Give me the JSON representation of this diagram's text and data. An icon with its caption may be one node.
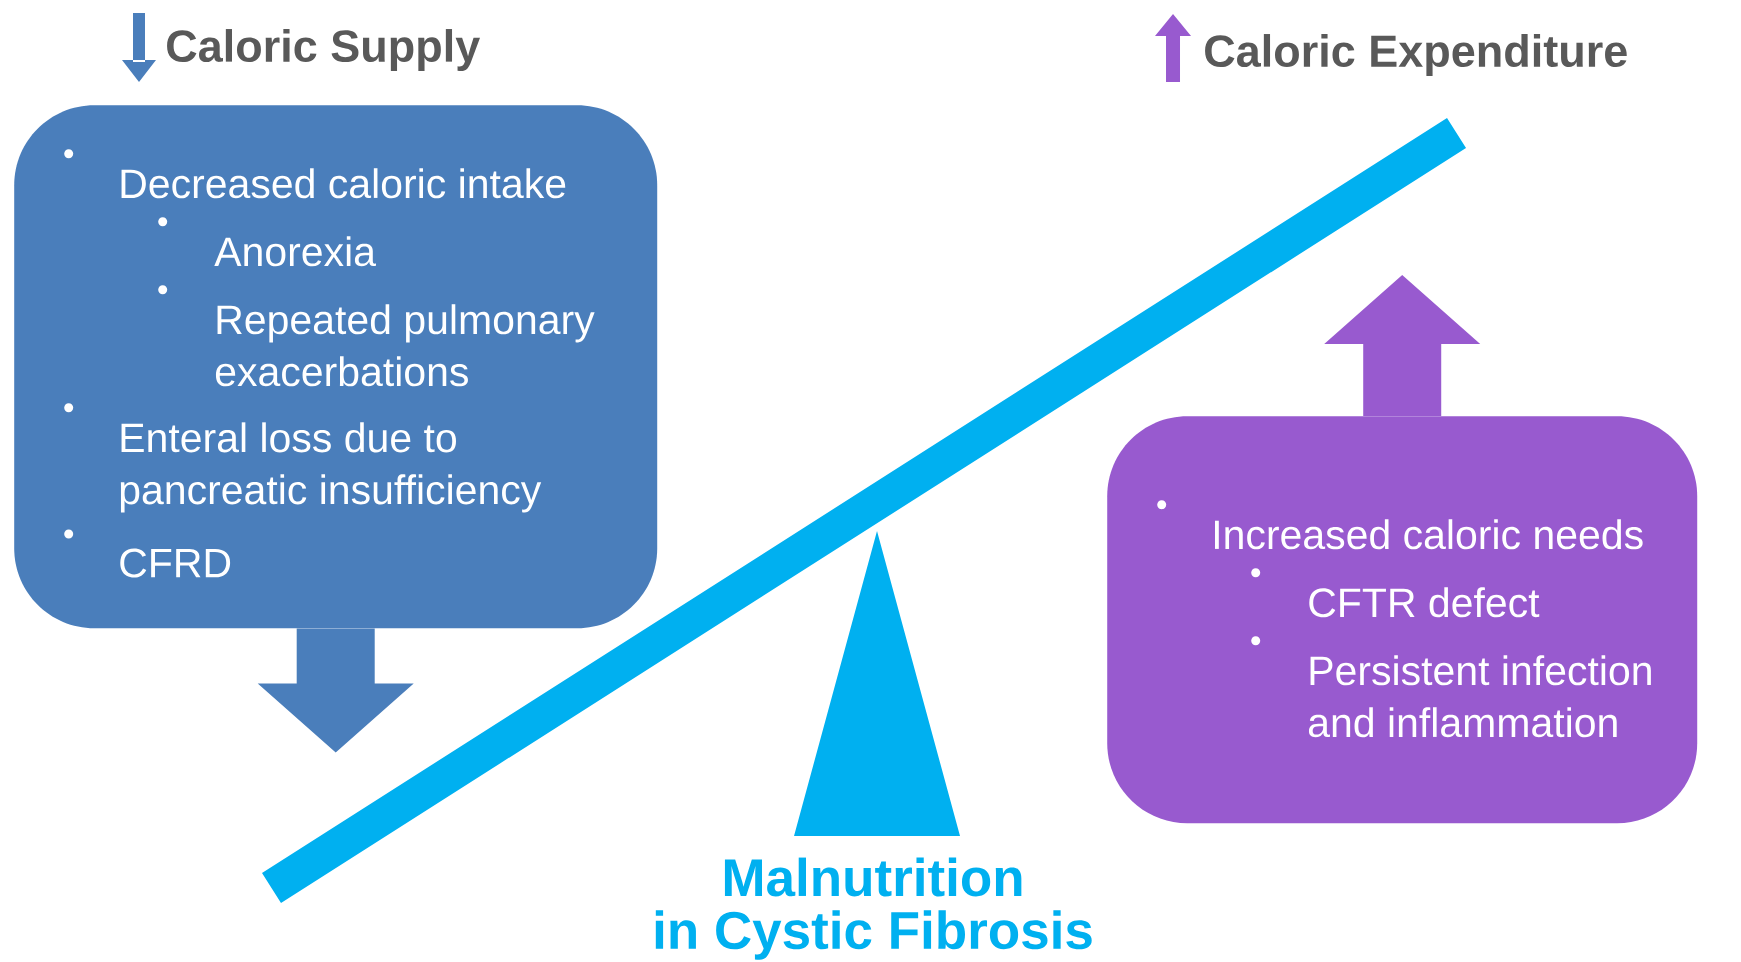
{
  "diagram": {
    "nodes": [
      {
        "text": [
          "Decreased caloric intake",
          "Anorexia",
          "Repeated pulmonary exacerbations",
          "Enteral loss due to pancreatic insufficiency",
          "CFRD"
        ]
      },
      {
        "text": [
          "Increased caloric needs",
          "CFTR defect",
          "Persistent infection and inflammation"
        ]
      }
    ],
    "edges": [
      {
        "from": 0,
        "to": null,
        "arrow": "to",
        "color": "#4a7ebb"
      },
      {
        "from": 1,
        "to": null,
        "arrow": "to",
        "color": "#985acf"
      }
    ],
    "labels": [
      "Caloric Supply",
      "Caloric Expenditure",
      "Malnutrition",
      "in Cystic Fibrosis"
    ]
  }
}
